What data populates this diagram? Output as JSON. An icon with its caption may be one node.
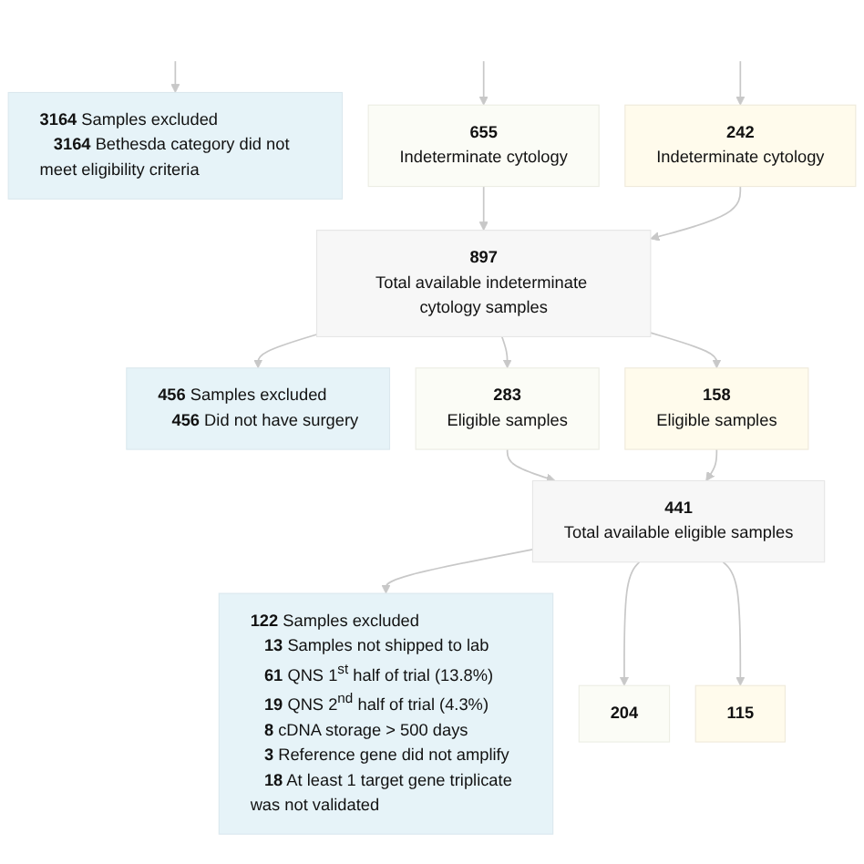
{
  "diagram": {
    "nodes": [
      {
        "text": [
          "3164 Samples excluded",
          "3164 Bethesda category did not meet eligibility criteria"
        ]
      },
      {
        "text": [
          "655",
          "Indeterminate cytology"
        ]
      },
      {
        "text": [
          "242",
          "Indeterminate cytology"
        ]
      },
      {
        "text": [
          "897",
          "Total available indeterminate cytology samples"
        ]
      },
      {
        "text": [
          "456 Samples excluded",
          "456 Did not have surgery"
        ]
      },
      {
        "text": [
          "283",
          "Eligible samples"
        ]
      },
      {
        "text": [
          "158",
          "Eligible samples"
        ]
      },
      {
        "text": [
          "441",
          "Total available eligible samples"
        ]
      },
      {
        "text": [
          "122 Samples excluded",
          "13 Samples not shipped to lab",
          "61 QNS 1$^{st}$ half of trial (13.8%)",
          "19 QNS 2$^{nd}$ half of trial (4.3%)",
          "8 cDNA storage > 500 days",
          "3 Reference gene did not amplify",
          "18 At least 1 target gene triplicate was not validated"
        ]
      },
      {
        "text": [
          "204"
        ]
      },
      {
        "text": [
          "115"
        ]
      }
    ],
    "edges": [
      {
        "from": null,
        "to": 0,
        "arrow": "to"
      },
      {
        "from": null,
        "to": 1,
        "arrow": "to"
      },
      {
        "from": null,
        "to": 2,
        "arrow": "to"
      },
      {
        "from": 1,
        "to": 3,
        "arrow": "to"
      },
      {
        "from": 2,
        "to": 3,
        "arrow": "to"
      },
      {
        "from": 3,
        "to": 4,
        "arrow": "to"
      },
      {
        "from": 3,
        "to": 5,
        "arrow": "to"
      },
      {
        "from": 3,
        "to": 6,
        "arrow": "to"
      },
      {
        "from": 5,
        "to": 7,
        "arrow": "to"
      },
      {
        "from": 6,
        "to": 7,
        "arrow": "to"
      },
      {
        "from": 7,
        "to": 8,
        "arrow": "to"
      },
      {
        "from": 7,
        "to": 9,
        "arrow": "to"
      },
      {
        "from": 7,
        "to": 10,
        "arrow": "to"
      }
    ]
  }
}
